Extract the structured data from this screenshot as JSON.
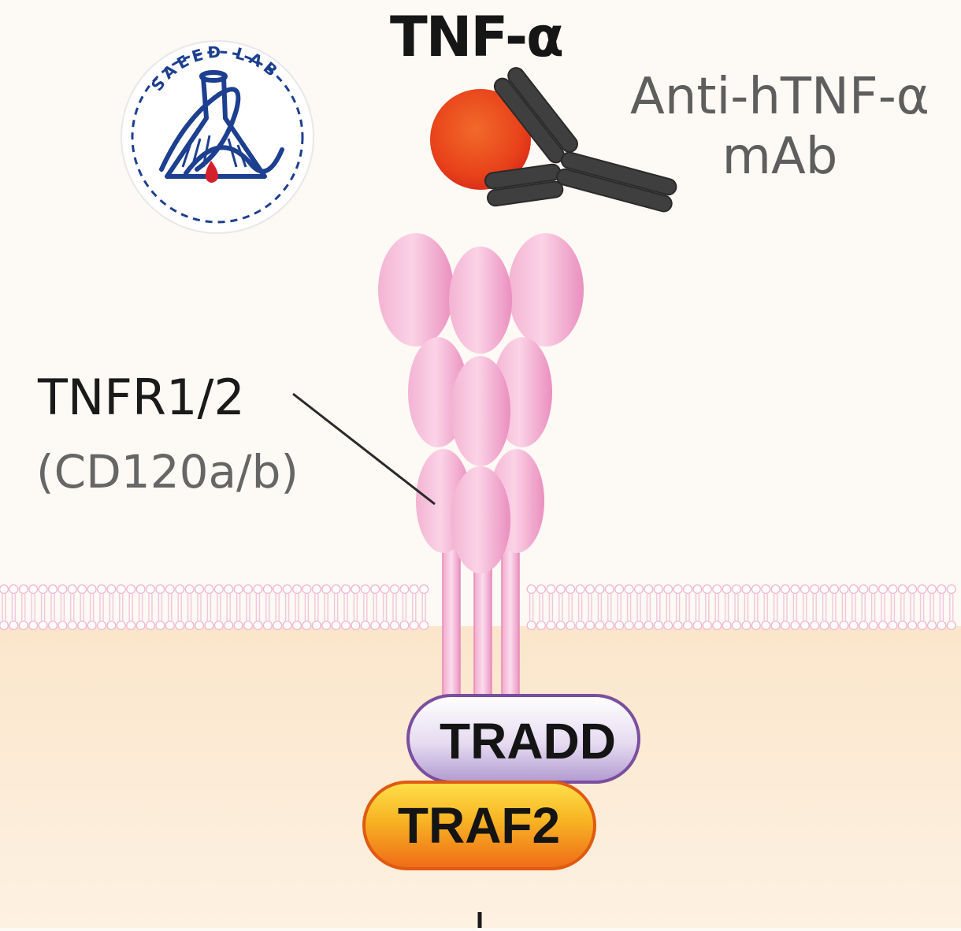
{
  "logo": {
    "name": "SAEED LAB"
  },
  "ligand": {
    "label": "TNF-α"
  },
  "antibody": {
    "label": "Anti-hTNF-α mAb"
  },
  "receptor": {
    "label": "TNFR1/2",
    "alias": "(CD120a/b)"
  },
  "adaptors": [
    {
      "label": "TRADD"
    },
    {
      "label": "TRAF2"
    }
  ],
  "colors": {
    "background_extracellular": "#fdf9f4",
    "background_cytoplasm": "#fbebd5",
    "ligand": "#e8421a",
    "antibody": "#3d3d3d",
    "receptor": "#f0a6cc",
    "tradd": "#c7b4de",
    "tradd_border": "#7b4e9e",
    "traf2": "#f5a21a",
    "traf2_border": "#e05a12",
    "logo": "#1d3f8f",
    "logo_drop": "#d4202a"
  }
}
